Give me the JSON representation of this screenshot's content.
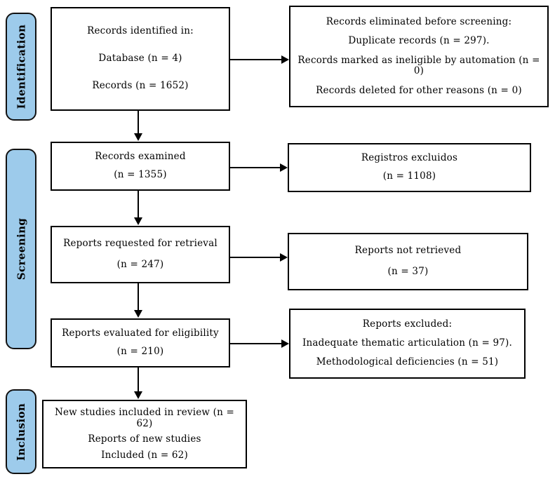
{
  "colors": {
    "stage_fill": "#9DCBEB",
    "box_border": "#000000",
    "canvas_bg": "#FFFFFF"
  },
  "stages": {
    "identification": "Identification",
    "screening": "Screening",
    "inclusion": "Inclusion"
  },
  "boxes": {
    "identified": {
      "lines": [
        "Records identified in:",
        "Database (n = 4)",
        "Records (n = 1652)"
      ]
    },
    "eliminated": {
      "lines": [
        "Records eliminated before screening:",
        "Duplicate records (n = 297).",
        "Records marked as ineligible by automation (n = 0)",
        "Records deleted for other reasons (n = 0)"
      ]
    },
    "examined": {
      "lines": [
        "Records examined",
        "(n = 1355)"
      ]
    },
    "excluded": {
      "lines": [
        "Registros excluidos",
        "(n = 1108)"
      ]
    },
    "requested": {
      "lines": [
        "Reports requested for retrieval",
        "(n = 247)"
      ]
    },
    "not_retrieved": {
      "lines": [
        "Reports not retrieved",
        "(n = 37)"
      ]
    },
    "evaluated": {
      "lines": [
        "Reports evaluated for eligibility",
        "(n = 210)"
      ]
    },
    "reports_excluded": {
      "lines": [
        "Reports excluded:",
        "Inadequate thematic articulation (n = 97).",
        "Methodological deficiencies (n = 51)"
      ]
    },
    "included": {
      "lines": [
        "New studies included in review (n = 62)",
        "Reports of new studies",
        "Included (n = 62)"
      ]
    }
  }
}
